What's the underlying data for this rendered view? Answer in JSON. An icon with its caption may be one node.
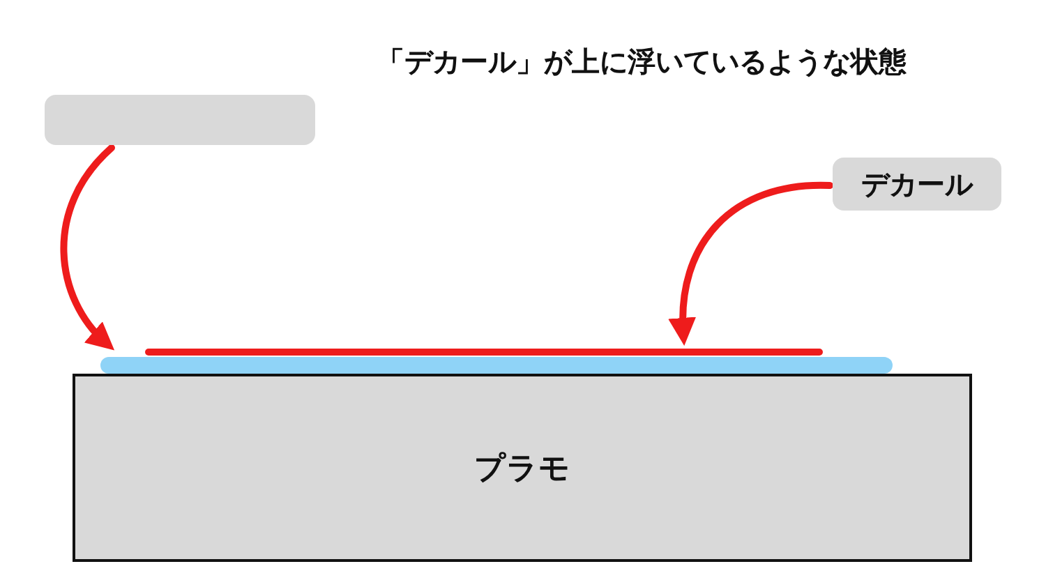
{
  "diagram": {
    "title": "「デカール」が上に浮いているような状態",
    "nodes": [
      {
        "text": [],
        "shape": "box"
      },
      {
        "text": [
          "デカール"
        ]
      },
      {
        "text": [],
        "shape": "bar"
      },
      {
        "text": [],
        "shape": "bar"
      },
      {
        "text": [
          "プラモ"
        ]
      }
    ],
    "edges": [
      {
        "from": 0,
        "to": 3,
        "arrow": "to"
      },
      {
        "from": 1,
        "to": 2,
        "arrow": "to"
      }
    ]
  }
}
